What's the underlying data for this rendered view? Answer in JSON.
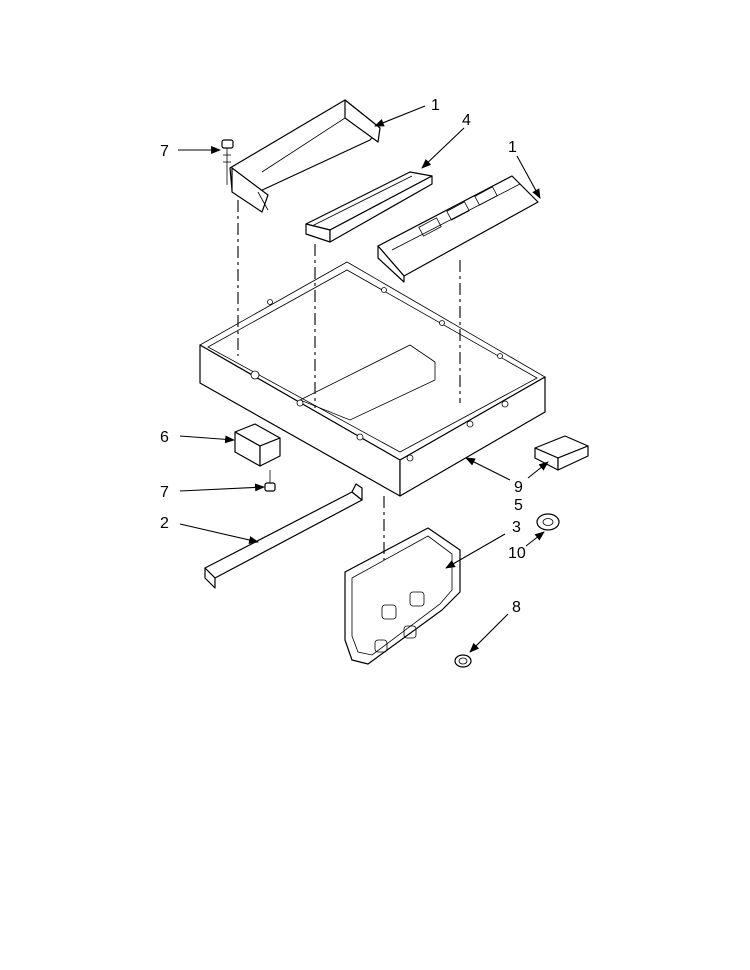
{
  "callouts": [
    {
      "id": "callout-1-top",
      "label": "1"
    },
    {
      "id": "callout-4",
      "label": "4"
    },
    {
      "id": "callout-1-right",
      "label": "1"
    },
    {
      "id": "callout-7-top",
      "label": "7"
    },
    {
      "id": "callout-6",
      "label": "6"
    },
    {
      "id": "callout-7-mid",
      "label": "7"
    },
    {
      "id": "callout-2",
      "label": "2"
    },
    {
      "id": "callout-9",
      "label": "9"
    },
    {
      "id": "callout-5",
      "label": "5"
    },
    {
      "id": "callout-3",
      "label": "3"
    },
    {
      "id": "callout-10",
      "label": "10"
    },
    {
      "id": "callout-8",
      "label": "8"
    }
  ]
}
